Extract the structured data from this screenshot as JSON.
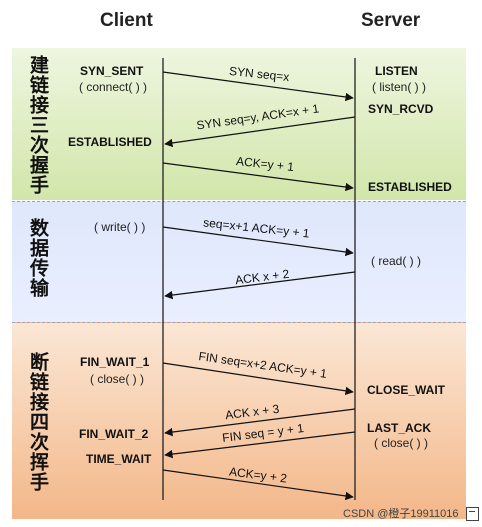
{
  "headers": {
    "client": "Client",
    "server": "Server"
  },
  "phases": {
    "handshake": "建链接三次握手",
    "transfer": "数据传输",
    "teardown": "断链接四次挥手"
  },
  "client_states": {
    "syn_sent": "SYN_SENT",
    "connect_call": "( connect( ) )",
    "established": "ESTABLISHED",
    "write_call": "( write( ) )",
    "fin_wait_1": "FIN_WAIT_1",
    "close_call": "( close( ) )",
    "fin_wait_2": "FIN_WAIT_2",
    "time_wait": "TIME_WAIT"
  },
  "server_states": {
    "listen": "LISTEN",
    "listen_call": "( listen( ) )",
    "syn_rcvd": "SYN_RCVD",
    "established": "ESTABLISHED",
    "read_call": "( read( ) )",
    "close_wait": "CLOSE_WAIT",
    "last_ack": "LAST_ACK",
    "close_call": "( close( ) )"
  },
  "messages": {
    "syn": "SYN seq=x",
    "syn_ack": "SYN seq=y, ACK=x + 1",
    "ack_1": "ACK=y + 1",
    "data": "seq=x+1 ACK=y + 1",
    "data_ack": "ACK x + 2",
    "fin_1": "FIN seq=x+2 ACK=y + 1",
    "ack_2": "ACK x + 3",
    "fin_2": "FIN seq = y + 1",
    "ack_3": "ACK=y + 2"
  },
  "watermark": "CSDN @橙子19911016"
}
